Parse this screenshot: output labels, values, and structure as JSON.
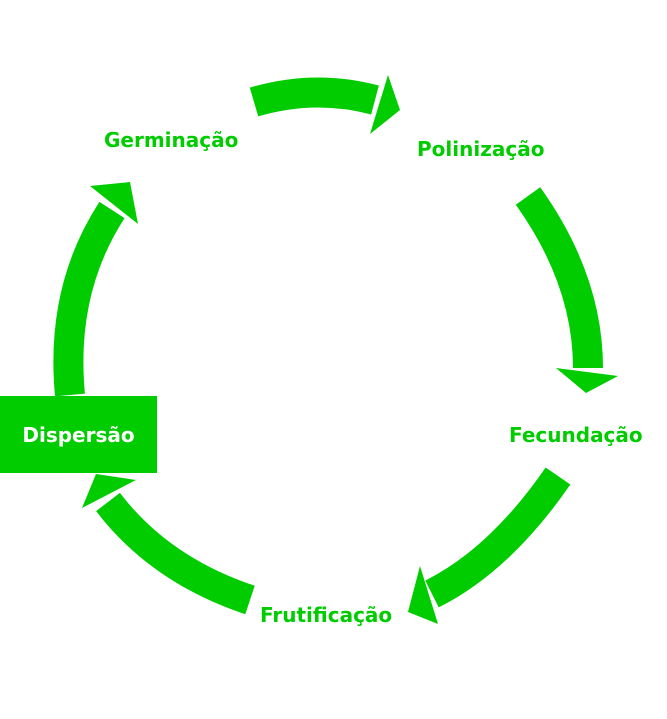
{
  "colors": {
    "accent": "#00CC00",
    "background": "#FFFFFF",
    "highlight_text": "#FFFFFF"
  },
  "stages": [
    {
      "id": "germinacao",
      "label": "Germinação"
    },
    {
      "id": "polinizacao",
      "label": "Polinização"
    },
    {
      "id": "fecundacao",
      "label": "Fecundação"
    },
    {
      "id": "frutificacao",
      "label": "Frutificação"
    },
    {
      "id": "dispersao",
      "label": "Dispersão",
      "highlighted": true
    }
  ]
}
